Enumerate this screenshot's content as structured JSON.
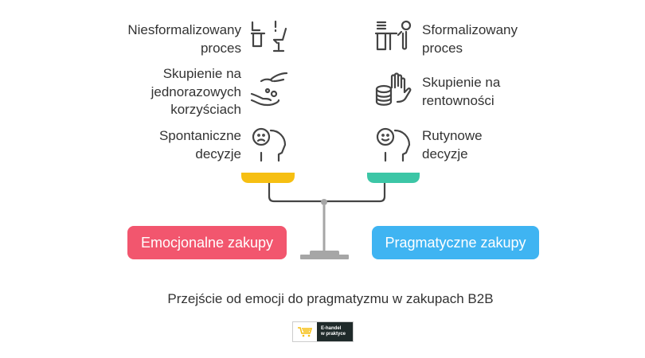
{
  "left_items": [
    {
      "lines": [
        "Niesformalizowany",
        "proces"
      ],
      "icon": "messy-desk-icon"
    },
    {
      "lines": [
        "Skupienie na",
        "jednorazowych",
        "korzyściach"
      ],
      "icon": "hand-giving-coins-icon"
    },
    {
      "lines": [
        "Spontaniczne",
        "decyzje"
      ],
      "icon": "sad-head-icon"
    }
  ],
  "right_items": [
    {
      "lines": [
        "Sformalizowany",
        "proces"
      ],
      "icon": "person-at-desk-icon"
    },
    {
      "lines": [
        "Skupienie na",
        "rentowności"
      ],
      "icon": "coins-stack-hand-icon"
    },
    {
      "lines": [
        "Rutynowe",
        "decyzje"
      ],
      "icon": "happy-head-icon"
    }
  ],
  "left_button": "Emocjonalne zakupy",
  "right_button": "Pragmatyczne zakupy",
  "caption": "Przejście od emocji do pragmatyzmu w zakupach B2B",
  "logo": {
    "text1": "E-handel",
    "text2": "w praktyce"
  },
  "colors": {
    "left_pan": "#f6bf12",
    "right_pan": "#3cc6a6",
    "left_button": "#f2566e",
    "right_button": "#3fb4f2",
    "beam": "#444444",
    "stand": "#a6a6a6"
  }
}
